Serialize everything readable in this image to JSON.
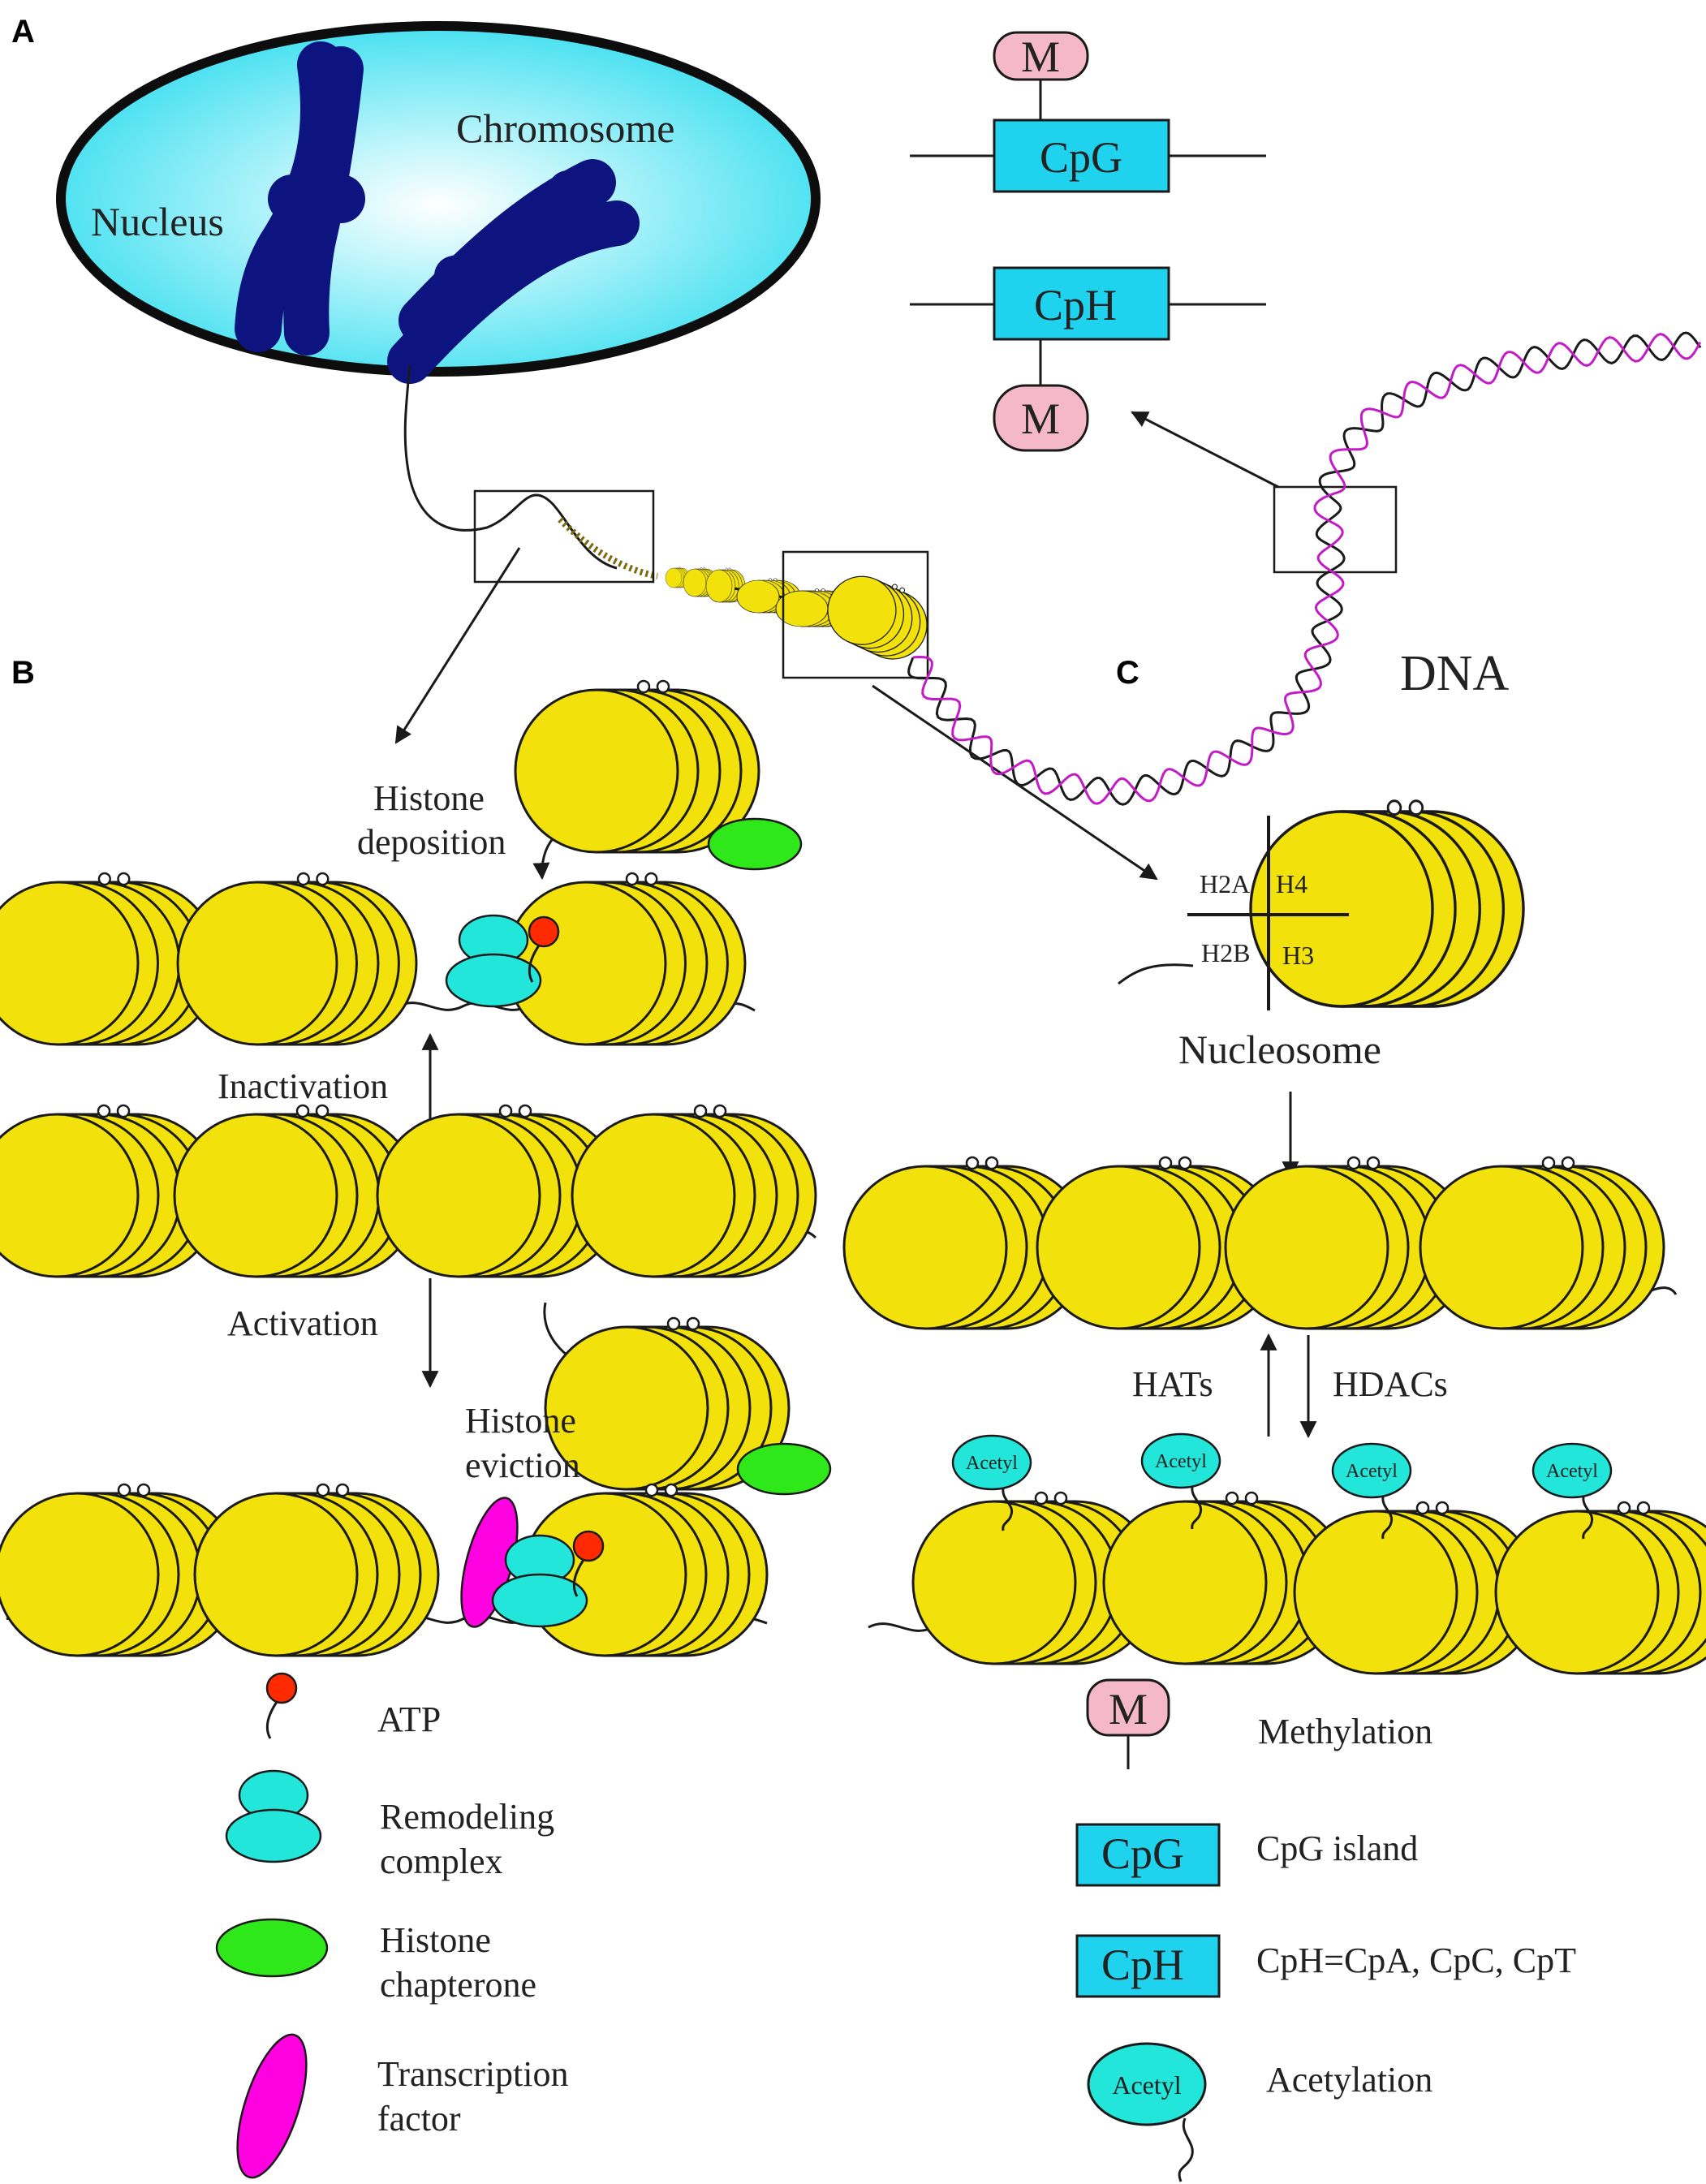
{
  "panels": {
    "a": "A",
    "b": "B",
    "c": "C"
  },
  "panel_a": {
    "nucleus_label": "Nucleus",
    "chromosome_label": "Chromosome",
    "cpg_label": "CpG",
    "cph_label": "CpH",
    "methyl_top": "M",
    "methyl_bottom": "M",
    "dna_label": "DNA"
  },
  "panel_b": {
    "histone_deposition": [
      "Histone",
      "deposition"
    ],
    "inactivation": "Inactivation",
    "activation": "Activation",
    "histone_eviction": [
      "Histone",
      "eviction"
    ]
  },
  "panel_c": {
    "h2a": "H2A",
    "h4": "H4",
    "h2b": "H2B",
    "h3": "H3",
    "nucleosome_label": "Nucleosome",
    "hats": "HATs",
    "hdacs": "HDACs",
    "acetyl_tag": "Acetyl"
  },
  "legend_left": [
    {
      "icon": "atp-icon",
      "lines": [
        "ATP"
      ]
    },
    {
      "icon": "remodeling-complex-icon",
      "lines": [
        "Remodeling",
        "complex"
      ]
    },
    {
      "icon": "histone-chaperone-icon",
      "lines": [
        "Histone",
        "chapterone"
      ]
    },
    {
      "icon": "transcription-factor-icon",
      "lines": [
        "Transcription",
        "factor"
      ]
    }
  ],
  "legend_right": [
    {
      "icon": "methylation-icon",
      "icon_text": "M",
      "label": "Methylation"
    },
    {
      "icon": "cpg-island-icon",
      "icon_text": "CpG",
      "label": "CpG island"
    },
    {
      "icon": "cph-icon",
      "icon_text": "CpH",
      "label": "CpH=CpA, CpC, CpT"
    },
    {
      "icon": "acetylation-icon",
      "icon_text": "Acetyl",
      "label": "Acetylation"
    }
  ],
  "colors": {
    "nucleus_edge": "#0d0d0d",
    "nucleus_center": "#ffffff",
    "nucleus_fill": "#3edff0",
    "chromosome": "#0d1480",
    "histone": "#f2e10a",
    "cyan": "#22e6da",
    "box_cyan": "#1fd3ee",
    "methyl_pink": "#f4b8c8",
    "atp_red": "#ff2a00",
    "chaperone_green": "#2ee81a",
    "tf_magenta": "#ff00e0",
    "dna_purple": "#c21cc7"
  }
}
